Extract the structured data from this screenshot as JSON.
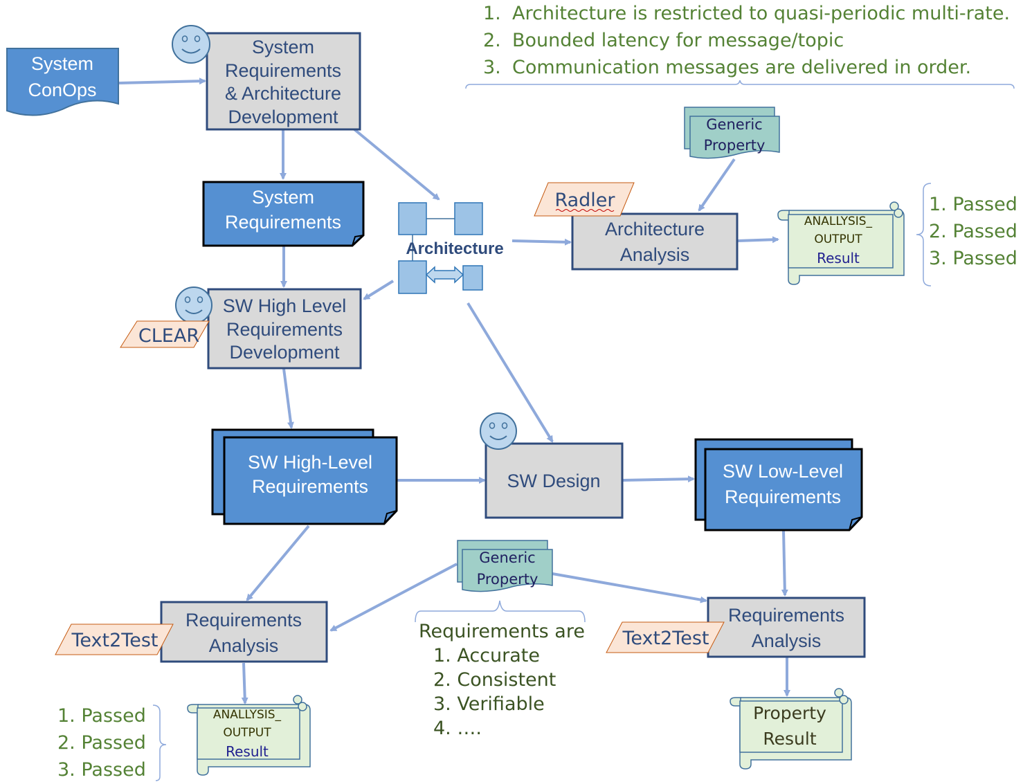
{
  "colors": {
    "blue_fill": "#5590D2",
    "blue_border": "#41719C",
    "dark_border": "#000000",
    "gray_fill": "#D9D9D9",
    "gray_border": "#2F4B7C",
    "gray_text": "#2F4B7C",
    "arrow": "#8EA9DB",
    "teal_fill": "#A0CFC8",
    "scroll_fill": "#E2F0D9",
    "tool_fill": "#FBE5D6",
    "green_text": "#548235",
    "dark_navy": "#1F1F8F",
    "arch_square": "#9DC3E6"
  },
  "notes": {
    "top_list": [
      "Architecture is restricted to quasi-periodic multi-rate.",
      "Bounded latency for message/topic",
      "Communication messages are delivered in order."
    ],
    "top_list_numbers": [
      "1.",
      "2.",
      "3."
    ],
    "right_passed": [
      "1. Passed",
      "2. Passed",
      "3. Passed"
    ],
    "bottom_left_passed": [
      "1. Passed",
      "2. Passed",
      "3. Passed"
    ],
    "requirements_are": {
      "heading": "Requirements are",
      "items": [
        "1. Accurate",
        "2. Consistent",
        "3. Verifiable",
        "4. …."
      ]
    }
  },
  "nodes": {
    "system_conops": [
      "System",
      "ConOps"
    ],
    "sys_req_arch_dev": [
      "System",
      "Requirements",
      "& Architecture",
      "Development"
    ],
    "system_requirements": [
      "System",
      "Requirements"
    ],
    "architecture": "Architecture",
    "sw_hl_req_dev": [
      "SW High Level",
      "Requirements",
      "Development"
    ],
    "sw_hl_requirements": [
      "SW High-Level",
      "Requirements"
    ],
    "sw_design": "SW Design",
    "sw_ll_requirements": [
      "SW Low-Level",
      "Requirements"
    ],
    "architecture_analysis": [
      "Architecture",
      "Analysis"
    ],
    "req_analysis_left": [
      "Requirements",
      "Analysis"
    ],
    "req_analysis_right": [
      "Requirements",
      "Analysis"
    ],
    "generic_property_top": [
      "Generic",
      "Property"
    ],
    "generic_property_mid": [
      "Generic",
      "Property"
    ],
    "analysis_output_right": [
      "ANALLYSIS_",
      "OUTPUT",
      "Result"
    ],
    "analysis_output_left": [
      "ANALLYSIS_",
      "OUTPUT",
      "Result"
    ],
    "property_result": [
      "Property",
      "Result"
    ]
  },
  "tools": {
    "radler": "Radler",
    "clear": "CLEAR",
    "text2test_left": "Text2Test",
    "text2test_right": "Text2Test"
  }
}
